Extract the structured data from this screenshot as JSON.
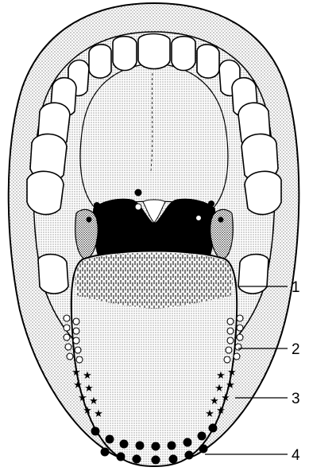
{
  "figure": {
    "labels": [
      {
        "id": "1",
        "text": "1"
      },
      {
        "id": "2",
        "text": "2"
      },
      {
        "id": "3",
        "text": "3"
      },
      {
        "id": "4",
        "text": "4"
      }
    ]
  },
  "colors": {
    "ink": "#000000",
    "paper": "#ffffff",
    "stipple": "#000000"
  }
}
